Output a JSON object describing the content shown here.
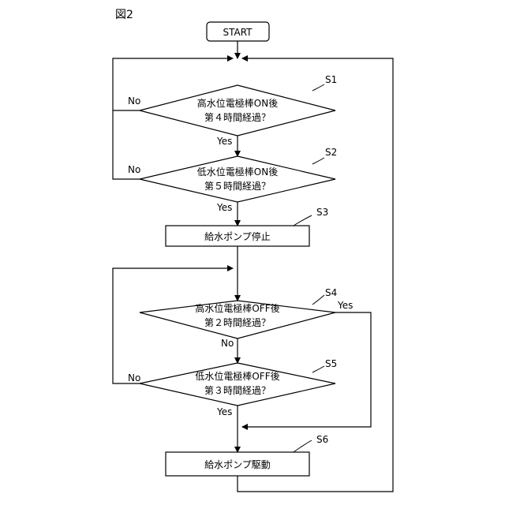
{
  "figure_label": "図2",
  "start": "START",
  "steps": {
    "s1": {
      "id": "S1",
      "line1": "高水位電極棒ON後",
      "line2": "第４時間経過？",
      "yes": "Yes",
      "no": "No"
    },
    "s2": {
      "id": "S2",
      "line1": "低水位電極棒ON後",
      "line2": "第５時間経過？",
      "yes": "Yes",
      "no": "No"
    },
    "s3": {
      "id": "S3",
      "text": "給水ポンプ停止"
    },
    "s4": {
      "id": "S4",
      "line1": "高水位電極棒OFF後",
      "line2": "第２時間経過？",
      "yes": "Yes",
      "no": "No"
    },
    "s5": {
      "id": "S5",
      "line1": "低水位電極棒OFF後",
      "line2": "第３時間経過？",
      "yes": "Yes",
      "no": "No"
    },
    "s6": {
      "id": "S6",
      "text": "給水ポンプ駆動"
    }
  }
}
